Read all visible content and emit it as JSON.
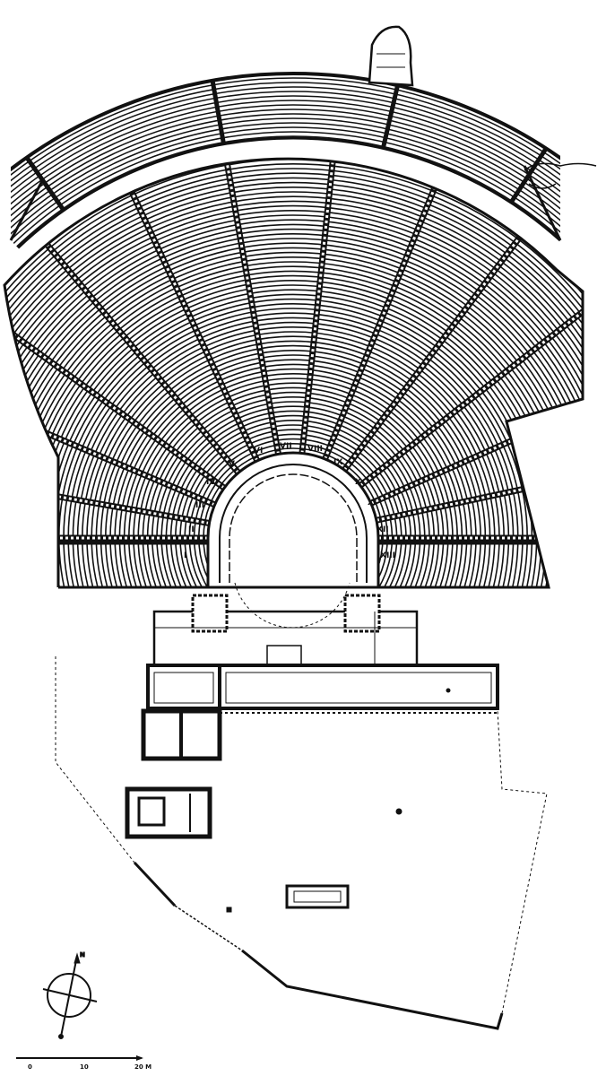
{
  "title": "Theatre plan",
  "kerkis_numerals": [
    "I",
    "II",
    "III",
    "IV",
    "V",
    "VI",
    "VII",
    "VIII",
    "IX",
    "X",
    "XI",
    "XII",
    "XIII"
  ],
  "north_label": "N",
  "scale_bar": {
    "labels": [
      "0",
      "10",
      "20 M"
    ]
  },
  "colors": {
    "ink": "#111111",
    "paper": "#ffffff"
  }
}
